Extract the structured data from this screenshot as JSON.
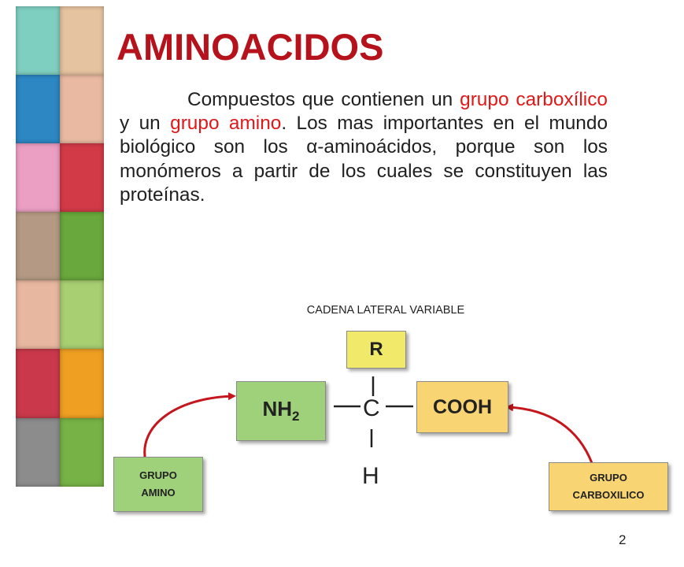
{
  "slide": {
    "title": "AMINOACIDOS",
    "paragraph": {
      "p1": "Compuestos que contienen un ",
      "h1": "grupo carboxílico",
      "p2": " y un ",
      "h2": "grupo amino",
      "p3": ".  Los mas importantes en el mundo  biológico  son los α-aminoácidos, porque son los monómeros a partir de los cuales se constituyen las proteínas."
    },
    "page_number": "2"
  },
  "diagram": {
    "side_chain_label": "CADENA LATERAL VARIABLE",
    "r_group": "R",
    "amine": {
      "base": "NH",
      "subscript": "2"
    },
    "carboxyl": "COOH",
    "central_atom": "C",
    "hydrogen": "H",
    "amino_label": {
      "line1": "GRUPO",
      "line2": "AMINO"
    },
    "carboxyl_label": {
      "line1": "GRUPO",
      "line2": "CARBOXILICO"
    }
  },
  "colors": {
    "title": "#b5121b",
    "highlight": "#e01818",
    "r_box": "#f1e96a",
    "amine_box": "#9fd07a",
    "carboxyl_box": "#f8d472",
    "arrow": "#c4161c",
    "sidebar_tiles": [
      "#7fcfc1",
      "#e6c3a0",
      "#2c87c3",
      "#e9b9a1",
      "#eb9fc3",
      "#d23a48",
      "#b49a84",
      "#69a83c",
      "#e8b7a0",
      "#a8cf72",
      "#c9394b",
      "#ef9f22",
      "#8c8c8c",
      "#76b246"
    ]
  }
}
